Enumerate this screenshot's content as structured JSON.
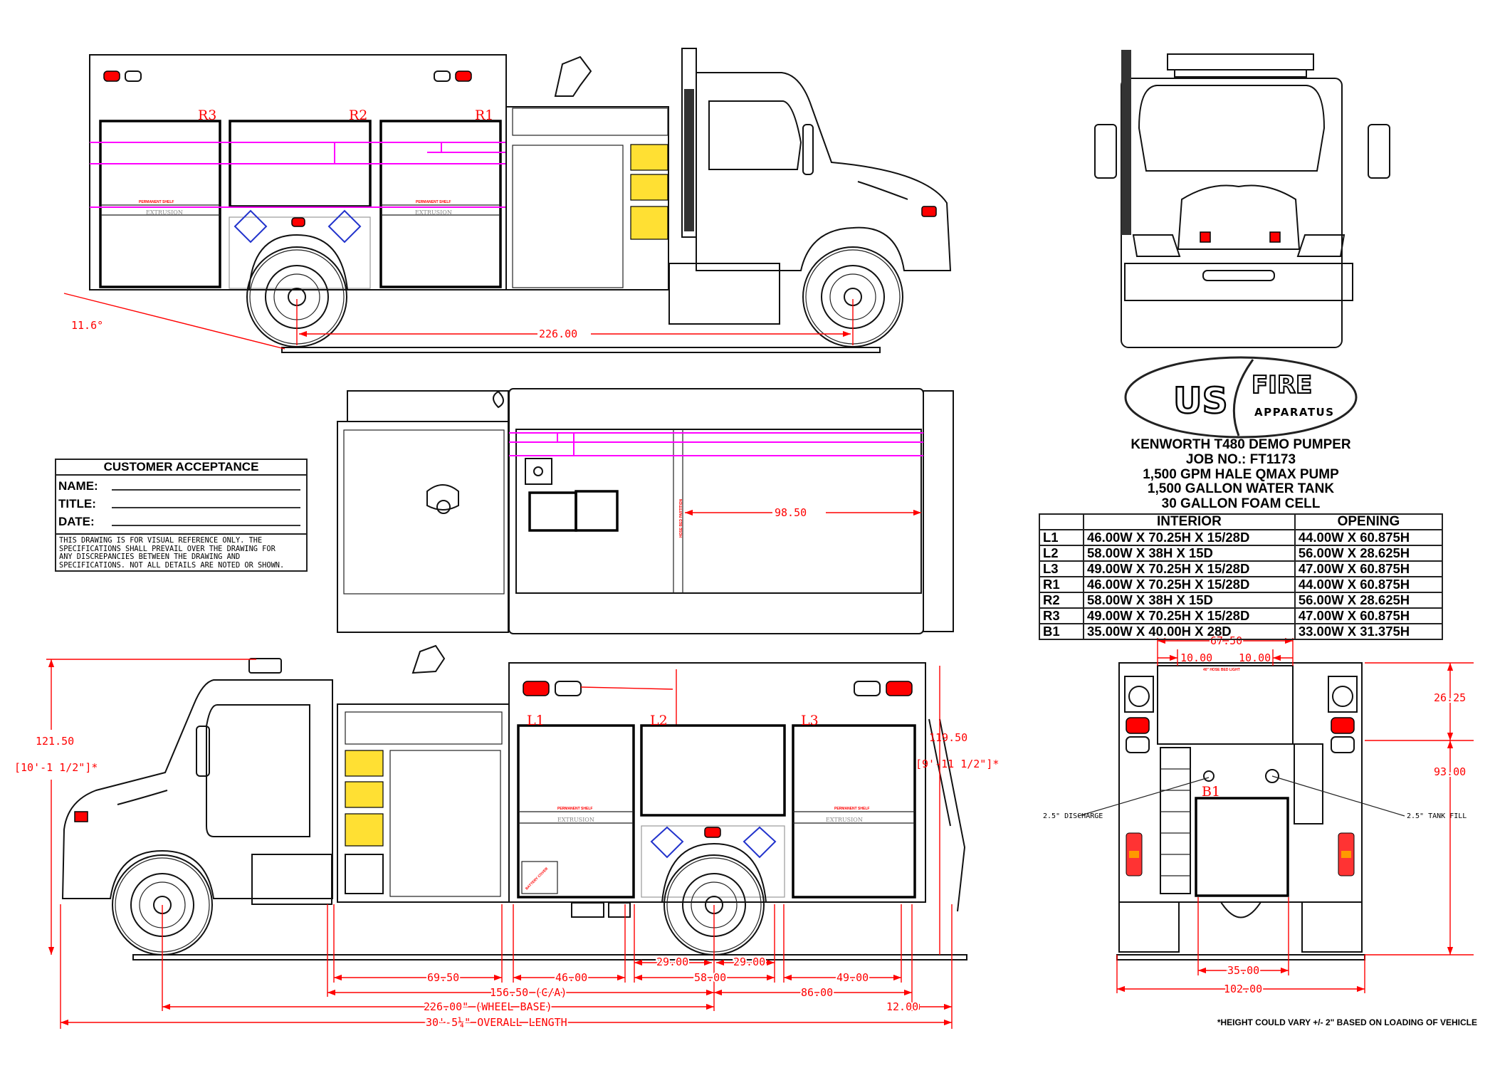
{
  "title_block": {
    "lines": [
      "KENWORTH T480 DEMO PUMPER",
      "JOB NO.: FT1173",
      "1,500 GPM HALE QMAX PUMP",
      "1,500 GALLON WATER TANK",
      "30 GALLON FOAM CELL"
    ]
  },
  "logo": {
    "us": "US",
    "fire": "FIRE",
    "apparatus": "APPARATUS"
  },
  "spec_table": {
    "headers": [
      "",
      "INTERIOR",
      "OPENING"
    ],
    "rows": [
      {
        "id": "L1",
        "interior": "46.00W X 70.25H X 15/28D",
        "opening": "44.00W X 60.875H"
      },
      {
        "id": "L2",
        "interior": "58.00W X 38H X 15D",
        "opening": "56.00W X 28.625H"
      },
      {
        "id": "L3",
        "interior": "49.00W X 70.25H X 15/28D",
        "opening": "47.00W X 60.875H"
      },
      {
        "id": "R1",
        "interior": "46.00W X 70.25H X 15/28D",
        "opening": "44.00W X 60.875H"
      },
      {
        "id": "R2",
        "interior": "58.00W X 38H X 15D",
        "opening": "56.00W X 28.625H"
      },
      {
        "id": "R3",
        "interior": "49.00W X 70.25H X 15/28D",
        "opening": "47.00W X 60.875H"
      },
      {
        "id": "B1",
        "interior": "35.00W X 40.00H X 28D",
        "opening": "33.00W X 31.375H"
      }
    ]
  },
  "customer_acceptance": {
    "title": "CUSTOMER ACCEPTANCE",
    "fields": [
      "NAME:",
      "TITLE:",
      "DATE:"
    ],
    "disclaimer": [
      "THIS DRAWING IS FOR VISUAL REFERENCE ONLY. THE",
      "SPECIFICATIONS SHALL PREVAIL OVER THE DRAWING FOR",
      "ANY DISCREPANCIES BETWEEN THE DRAWING AND",
      "SPECIFICATIONS. NOT ALL DETAILS ARE NOTED OR SHOWN."
    ]
  },
  "compartments": {
    "R1": "R1",
    "R2": "R2",
    "R3": "R3",
    "L1": "L1",
    "L2": "L2",
    "L3": "L3",
    "B1": "B1"
  },
  "notes": {
    "permanent_shelf": "PERMANENT SHELF",
    "extrusion": "EXTRUSION",
    "hose_bed_partition": "HOSE BED PARTITION",
    "hose_bed_light": "40\" HOSE BED LIGHT",
    "battery_cover": "BATTERY COVER",
    "discharge": "2.5\" DISCHARGE",
    "tank_fill": "2.5\" TANK FILL",
    "footnote": "*HEIGHT COULD VARY +/- 2\" BASED ON LOADING OF VEHICLE"
  },
  "dimensions": {
    "approach_angle": "11.6°",
    "top_wheelbase": "226.00",
    "hose_bed_length": "98.50",
    "height_left": "121.50",
    "height_left_ft": "[10'-1 1/2\"]*",
    "height_right": "119.50",
    "height_right_ft": "[9'-11 1/2\"]*",
    "d_69_50": "69.50",
    "d_46_00": "46.00",
    "d_58_00": "58.00",
    "d_29_00_a": "29.00",
    "d_29_00_b": "29.00",
    "d_49_00": "49.00",
    "cab_to_axle": "156.50 (C/A)",
    "d_86_00": "86.00",
    "wheel_base": "226.00\" (WHEEL BASE)",
    "d_12_00": "12.00",
    "overall_length": "30'-5¼\" OVERALL LENGTH",
    "rear_67_50": "67.50",
    "rear_10_00_a": "10.00",
    "rear_10_00_b": "10.00",
    "rear_26_25": "26.25",
    "rear_93_00": "93.00",
    "rear_35_00": "35.00",
    "rear_102_00": "102.00"
  },
  "colors": {
    "dimension": "#ff0000",
    "plumbing": "#ff00ff",
    "discharge_panel": "#ffe033"
  }
}
